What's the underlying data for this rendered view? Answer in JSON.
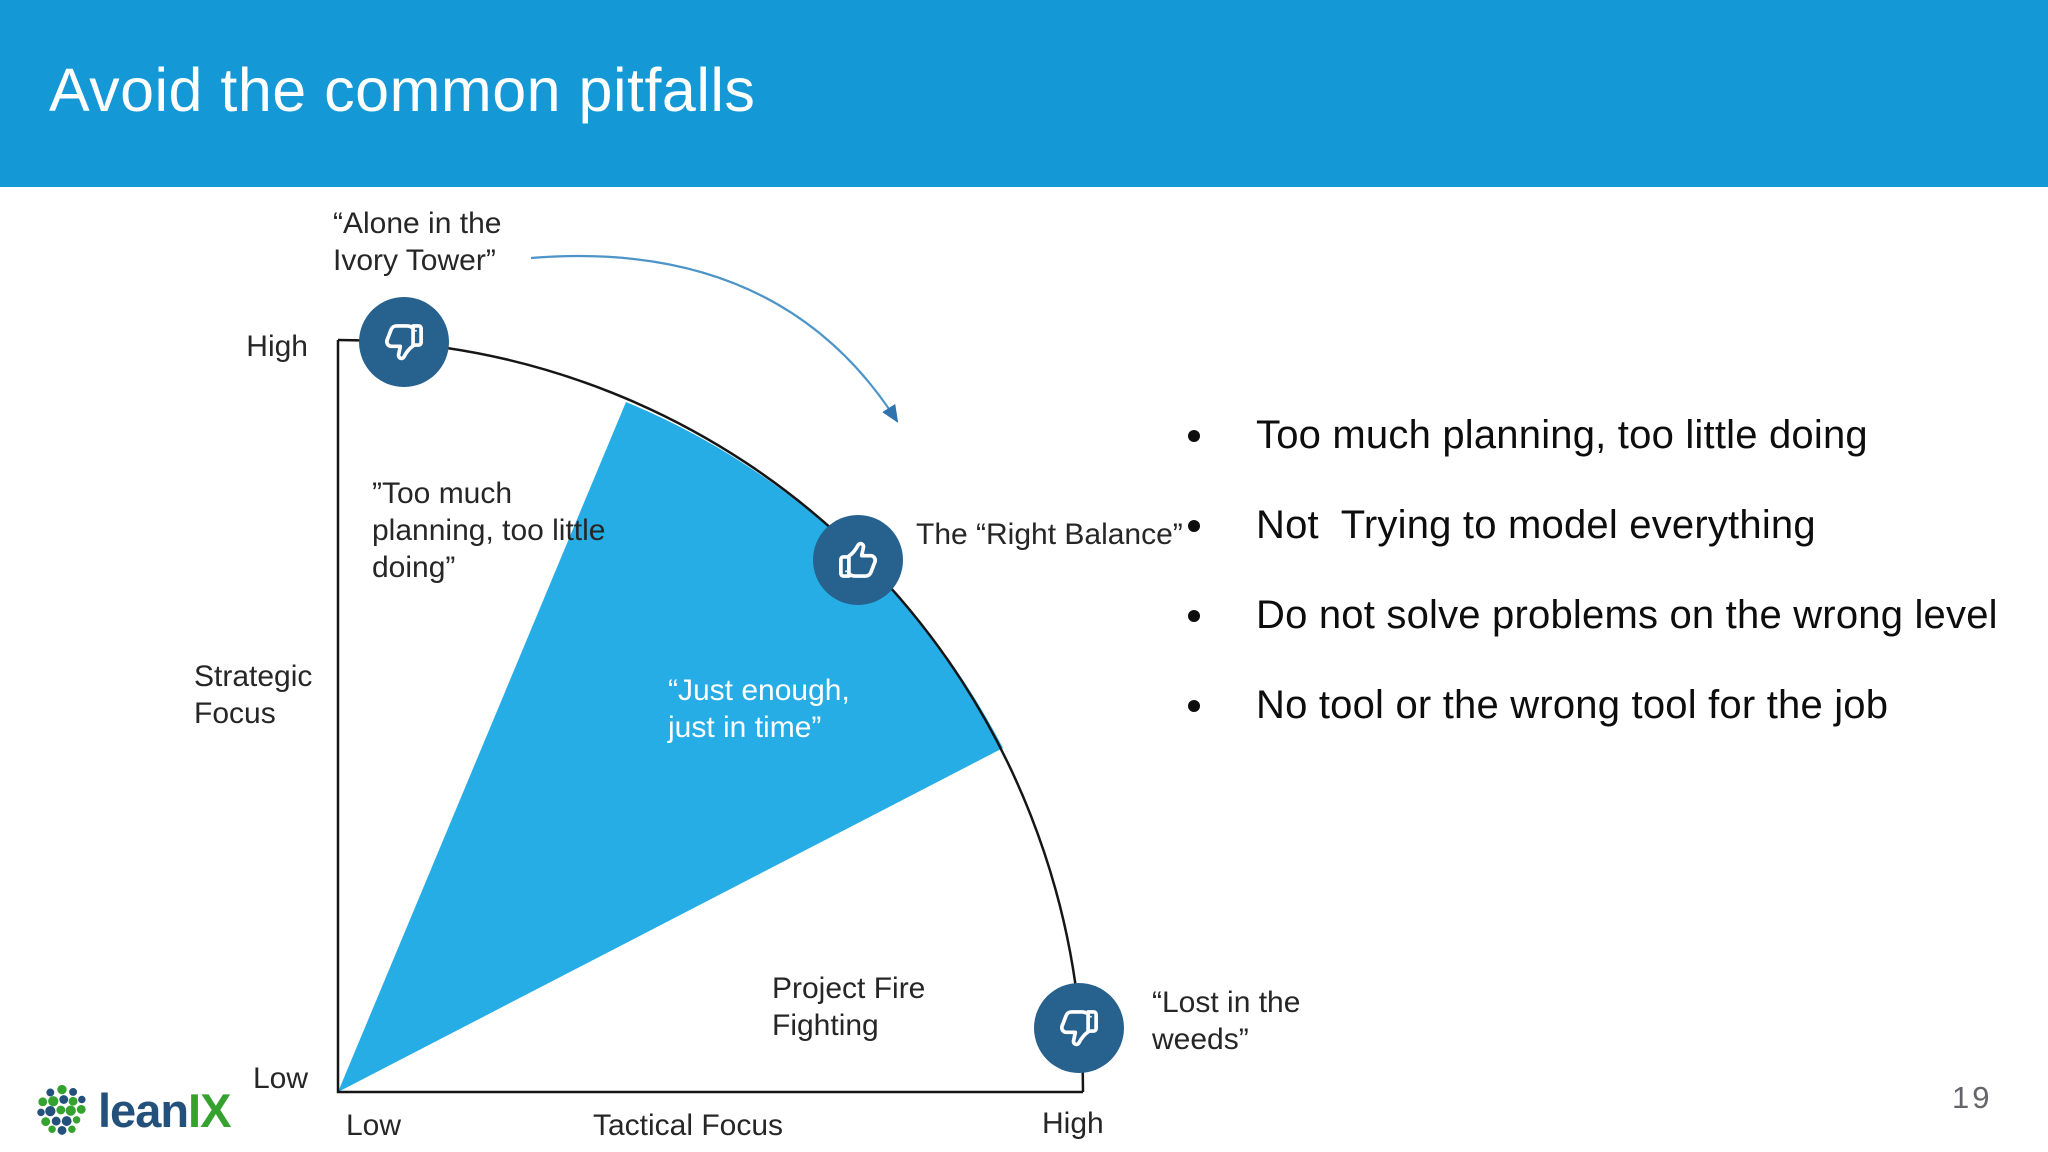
{
  "slide": {
    "title": "Avoid the common pitfalls",
    "page_number": "19"
  },
  "diagram": {
    "labels": {
      "ivory_tower_line1": "“Alone in the",
      "ivory_tower_line2": "Ivory Tower”",
      "too_much_line1": "”Too much",
      "too_much_line2": "planning, too little",
      "too_much_line3": "doing”",
      "just_enough_line1": "“Just enough,",
      "just_enough_line2": "just in time”",
      "right_balance": "The “Right Balance”",
      "fire_line1": "Project Fire",
      "fire_line2": "Fighting",
      "weeds_line1": "“Lost in the",
      "weeds_line2": "weeds”"
    },
    "y_axis": {
      "title_line1": "Strategic",
      "title_line2": "Focus",
      "high": "High",
      "low": "Low"
    },
    "x_axis": {
      "title": "Tactical Focus",
      "low": "Low",
      "high": "High"
    },
    "badges": {
      "ivory_icon": "thumbs-down",
      "balance_icon": "thumbs-up",
      "weeds_icon": "thumbs-down"
    }
  },
  "bullets": {
    "items": [
      {
        "text": "Too much planning, too little doing"
      },
      {
        "text": "Not  Trying to model everything"
      },
      {
        "text": "Do not solve problems on the wrong level"
      },
      {
        "text": "No tool or the wrong tool for the job"
      }
    ]
  },
  "footer": {
    "logo_lean": "lean",
    "logo_ix": "IX"
  },
  "colors": {
    "header_blue": "#1598d6",
    "wedge_cyan": "#26ade5",
    "badge_blue": "#27618e",
    "arrow_blue": "#4d94c8",
    "arrowhead_blue": "#2f74ae",
    "axis_black": "#161616",
    "text_dark": "#262626",
    "page_gray": "#64646a",
    "logo_navy": "#24507c",
    "logo_green": "#35a22f"
  }
}
